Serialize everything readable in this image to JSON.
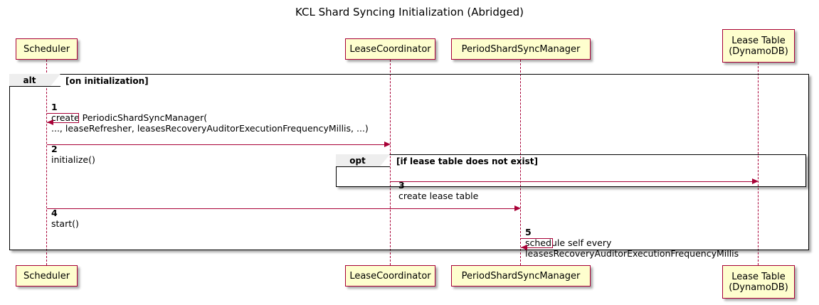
{
  "title": "KCL Shard Syncing Initialization (Abridged)",
  "colors": {
    "participant_fill": "#FEFECE",
    "participant_border": "#A80036",
    "lifeline": "#A80036",
    "arrow": "#A80036",
    "fragment_border": "#000000",
    "fragment_tab_fill": "#EEEEEE",
    "text": "#000000"
  },
  "participants": [
    {
      "id": "scheduler",
      "label": "Scheduler"
    },
    {
      "id": "leasecoord",
      "label": "LeaseCoordinator"
    },
    {
      "id": "periodsync",
      "label": "PeriodShardSyncManager"
    },
    {
      "id": "leasetable",
      "label": "Lease Table\n(DynamoDB)"
    }
  ],
  "fragments": [
    {
      "id": "alt",
      "operator": "alt",
      "condition": "[on initialization]"
    },
    {
      "id": "opt",
      "operator": "opt",
      "condition": "[if lease table does not exist]"
    }
  ],
  "messages": [
    {
      "seq": "1",
      "text": "create PeriodicShardSyncManager(\n    ..., leaseRefresher, leasesRecoveryAuditorExecutionFrequencyMillis, ...)",
      "from": "scheduler",
      "to": "scheduler",
      "kind": "self"
    },
    {
      "seq": "2",
      "text": "initialize()",
      "from": "scheduler",
      "to": "leasecoord",
      "kind": "sync"
    },
    {
      "seq": "3",
      "text": "create lease table",
      "from": "leasecoord",
      "to": "leasetable",
      "kind": "sync"
    },
    {
      "seq": "4",
      "text": "start()",
      "from": "scheduler",
      "to": "periodsync",
      "kind": "sync"
    },
    {
      "seq": "5",
      "text": "schedule self every\n    leasesRecoveryAuditorExecutionFrequencyMillis",
      "from": "periodsync",
      "to": "periodsync",
      "kind": "self"
    }
  ]
}
